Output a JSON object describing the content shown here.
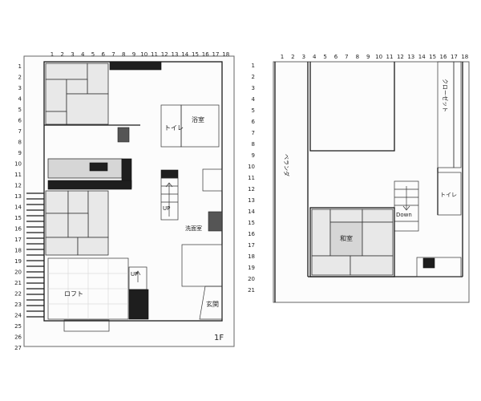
{
  "floor1": {
    "column_numbers": [
      "1",
      "2",
      "3",
      "4",
      "5",
      "6",
      "7",
      "8",
      "9",
      "10",
      "11",
      "12",
      "13",
      "14",
      "15",
      "16",
      "17",
      "18"
    ],
    "row_numbers": [
      "1",
      "2",
      "3",
      "4",
      "5",
      "6",
      "7",
      "8",
      "9",
      "10",
      "11",
      "12",
      "13",
      "14",
      "15",
      "16",
      "17",
      "18",
      "19",
      "20",
      "21",
      "22",
      "23",
      "24",
      "25",
      "26",
      "27"
    ],
    "labels": {
      "toilet": "トイレ",
      "bath": "浴室",
      "washroom": "洗面室",
      "loft": "ロフト",
      "entrance": "玄関",
      "stair_up_1": "UP",
      "stair_up_2": "UP",
      "floor_name": "1F"
    }
  },
  "floor2": {
    "column_numbers": [
      "1",
      "2",
      "3",
      "4",
      "5",
      "6",
      "7",
      "8",
      "9",
      "10",
      "11",
      "12",
      "13",
      "14",
      "15",
      "16",
      "17",
      "18"
    ],
    "row_numbers": [
      "1",
      "2",
      "3",
      "4",
      "5",
      "6",
      "7",
      "8",
      "9",
      "10",
      "11",
      "12",
      "13",
      "14",
      "15",
      "16",
      "17",
      "18",
      "19",
      "20",
      "21"
    ],
    "labels": {
      "closet": "クローゼット",
      "veranda": "ベランダ",
      "toilet": "トイレ",
      "washitsu": "和室",
      "stair_down": "Down"
    }
  }
}
